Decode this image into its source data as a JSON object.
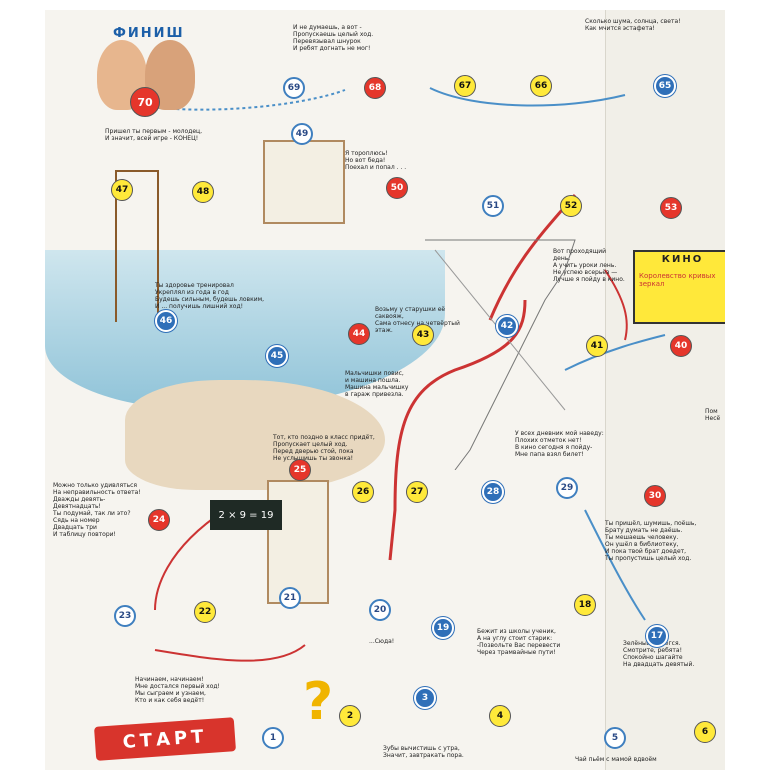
{
  "finish_label": "ФИНИШ",
  "start_label": "СТАРТ",
  "cinema_sign": "КИНО",
  "cinema_poster": "Королевство кривых зеркал",
  "board_equation": "2 × 9 = 19",
  "question_mark": "?",
  "spaces": [
    {
      "n": "1",
      "color": "white"
    },
    {
      "n": "2",
      "color": "yellow"
    },
    {
      "n": "3",
      "color": "blue"
    },
    {
      "n": "4",
      "color": "yellow"
    },
    {
      "n": "5",
      "color": "white"
    },
    {
      "n": "6",
      "color": "yellow"
    },
    {
      "n": "17",
      "color": "blue"
    },
    {
      "n": "18",
      "color": "yellow"
    },
    {
      "n": "19",
      "color": "blue"
    },
    {
      "n": "20",
      "color": "white"
    },
    {
      "n": "21",
      "color": "white"
    },
    {
      "n": "22",
      "color": "yellow"
    },
    {
      "n": "23",
      "color": "white"
    },
    {
      "n": "24",
      "color": "red"
    },
    {
      "n": "25",
      "color": "red"
    },
    {
      "n": "26",
      "color": "yellow"
    },
    {
      "n": "27",
      "color": "yellow"
    },
    {
      "n": "28",
      "color": "blue"
    },
    {
      "n": "29",
      "color": "white"
    },
    {
      "n": "30",
      "color": "red"
    },
    {
      "n": "40",
      "color": "red"
    },
    {
      "n": "41",
      "color": "yellow"
    },
    {
      "n": "42",
      "color": "blue"
    },
    {
      "n": "43",
      "color": "yellow"
    },
    {
      "n": "44",
      "color": "red"
    },
    {
      "n": "45",
      "color": "blue"
    },
    {
      "n": "46",
      "color": "blue"
    },
    {
      "n": "47",
      "color": "yellow"
    },
    {
      "n": "48",
      "color": "yellow"
    },
    {
      "n": "49",
      "color": "white"
    },
    {
      "n": "50",
      "color": "red"
    },
    {
      "n": "51",
      "color": "white"
    },
    {
      "n": "52",
      "color": "yellow"
    },
    {
      "n": "53",
      "color": "red"
    },
    {
      "n": "65",
      "color": "blue"
    },
    {
      "n": "66",
      "color": "yellow"
    },
    {
      "n": "67",
      "color": "yellow"
    },
    {
      "n": "68",
      "color": "red"
    },
    {
      "n": "69",
      "color": "white"
    },
    {
      "n": "70",
      "color": "red"
    }
  ],
  "verses": {
    "v70": "Пришел ты первым - молодец,\nИ значит, всей игре - КОНЕЦ!",
    "v68": "И не думаешь, а вот -\nПропускаешь целый ход.\nПеревязывал шнурок\nИ ребят догнать не мог!",
    "v65": "Сколько шума, солнца, света!\nКак мчится эстафета!",
    "v49": "Я тороплюсь!\nНо вот беда!\nПоехал и попал . . .",
    "v47": "Ты здоровье тренировал\nУкреплял из года в год\nБудешь сильным, будешь ловким,\nИ ... получишь лишний ход!",
    "v43": "Возьму у старушки её\nсаквояж,\nСама отнесу на четвёртый\nэтаж.",
    "v41": "Вот проходящий\nдень.\nА учить уроки лень.\nНе успею всерьёз —\nЛучше я пойду в кино.",
    "v44": "Мальчишки повис,\nи машина пошла.\nМашина мальчишку\nв гараж привезла.",
    "v25": "Тот, кто поздно в класс придёт,\nПропускает целый ход.\nПеред дверью стой, пока\nНе услышишь ты звонка!",
    "v24": "Можно только удивляться\nНа неправильность ответа!\nДважды девять-\nДевятнадцать!\nТы подумай, так ли это?\nСядь на номер\nДвадцать три\nИ таблицу повтори!",
    "v28": "У всех дневник мой наведу:\nПлохих отметок нет!\nВ кино сегодня я пойду-\nМне папа взял билет!",
    "v30": "Ты пришёл, шумишь, поёшь,\nБрату думать не даёшь.\nТы мешаешь человеку.\nОн ушёл в библиотеку,\nИ пока твой брат доедет,\nТы пропустишь целый ход.",
    "v19": "Бежит из школы ученик,\nА на углу стоит старик:\n-Позвольте Вас перевести\nЧерез трамвайные пути!",
    "v17": "Зелёный зажёгся.\nСмотрите, ребята!\nСпокойно шагайте\nНа двадцать девятый.",
    "v20": "...Сюда!",
    "v1": "Начинаем, начинаем!\nМне достался первый ход!\nМы сыграем и узнаем,\nКто и как себя ведёт!",
    "v3": "Зубы вычистишь с утра,\nЗначит, завтракать пора.",
    "v5": "Чай пьём с мамой вдвоём",
    "v40": "Пом\nНесё"
  }
}
